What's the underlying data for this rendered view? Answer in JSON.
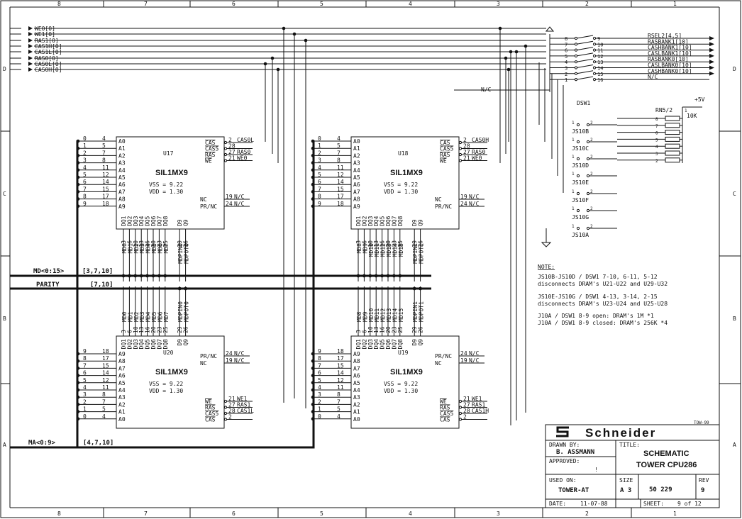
{
  "border": {
    "cols_top": [
      "8",
      "7",
      "6",
      "5",
      "4",
      "3",
      "2",
      "1"
    ],
    "cols_bottom": [
      "8",
      "7",
      "6",
      "5",
      "4",
      "3",
      "2",
      "1"
    ],
    "rows_left": [
      "D",
      "C",
      "B",
      "A"
    ],
    "rows_right": [
      "D",
      "C",
      "B",
      "A"
    ]
  },
  "signals_in": [
    "WE0[0]",
    "WE1[0]",
    "RAS1[0]",
    "CAS1H[0]",
    "CAS1L[0]",
    "RAS0[0]",
    "CAS0L[0]",
    "CAS0H[0]"
  ],
  "dsw": {
    "label": "DSW1",
    "left_pins": [
      "8",
      "7",
      "6",
      "5",
      "4",
      "3",
      "2",
      "1"
    ],
    "right_pins": [
      "9",
      "10",
      "11",
      "12",
      "13",
      "14",
      "15",
      "16"
    ],
    "outputs": [
      "RSEL2[4,5]",
      "RASBANK1[10]",
      "CASHBANK1[10]",
      "CASLBANK1[10]",
      "RASBANK0[10]",
      "CASLBANK0[10]",
      "CASHBANK0[10]",
      "N/C"
    ],
    "nc_left": "N/C"
  },
  "resnet": {
    "label": "RN5/2",
    "value": "10K",
    "supply": "+5V",
    "pin1": "1",
    "pins": [
      "8",
      "7",
      "6",
      "5",
      "4",
      "3",
      "2"
    ]
  },
  "jumpers": [
    "JS10B",
    "JS10C",
    "JS10D",
    "JS10E",
    "JS10F",
    "JS10G",
    "JS10A"
  ],
  "jumper_pin": {
    "p1": "1",
    "p2": "2"
  },
  "chips": {
    "u17": {
      "ref": "U17",
      "type": "SIL1MX9",
      "vss": "VSS = 9.22",
      "vdd": "VDD = 1.30",
      "addr_pins": [
        "4",
        "5",
        "7",
        "8",
        "11",
        "12",
        "14",
        "15",
        "17",
        "18"
      ],
      "addr_nets": [
        "0",
        "1",
        "2",
        "3",
        "4",
        "5",
        "6",
        "7",
        "8",
        "9"
      ],
      "addr_names": [
        "A0",
        "A1",
        "A2",
        "A3",
        "A4",
        "A5",
        "A6",
        "A7",
        "A8",
        "A9"
      ],
      "ctl_names": [
        "CAS",
        "CAS5",
        "RAS",
        "WE"
      ],
      "ctl_pins": [
        "2",
        "28",
        "27",
        "21"
      ],
      "ctl_nets": [
        "CAS0L",
        "",
        "RAS0",
        "WE0"
      ],
      "nc_rows": [
        {
          "n": "NC",
          "p": "19",
          "v": "N/C"
        },
        {
          "n": "PR/NC",
          "p": "24",
          "v": "N/C"
        }
      ],
      "dq": [
        "DQ1",
        "DQ2",
        "DQ3",
        "DQ4",
        "DQ5",
        "DQ6",
        "DQ7",
        "DQ8",
        "D9",
        "Q9"
      ],
      "dq_pins": [
        "3",
        "6",
        "10",
        "13",
        "16",
        "20",
        "23",
        "25",
        "29",
        "26"
      ],
      "dq_nets": [
        "MD0",
        "MD1",
        "MD2",
        "MD3",
        "MD4",
        "MD5",
        "MD6",
        "MD7",
        "MDPIN0",
        "MDPOT0"
      ]
    },
    "u18": {
      "ref": "U18",
      "type": "SIL1MX9",
      "vss": "VSS = 9.22",
      "vdd": "VDD = 1.30",
      "addr_pins": [
        "4",
        "5",
        "7",
        "8",
        "11",
        "12",
        "14",
        "15",
        "17",
        "18"
      ],
      "addr_nets": [
        "0",
        "1",
        "2",
        "3",
        "4",
        "5",
        "6",
        "7",
        "8",
        "9"
      ],
      "addr_names": [
        "A0",
        "A1",
        "A2",
        "A3",
        "A4",
        "A5",
        "A6",
        "A7",
        "A8",
        "A9"
      ],
      "ctl_names": [
        "CAS",
        "CAS5",
        "RAS",
        "WE"
      ],
      "ctl_pins": [
        "2",
        "28",
        "27",
        "21"
      ],
      "ctl_nets": [
        "CAS0H",
        "",
        "RAS0",
        "WE0"
      ],
      "nc_rows": [
        {
          "n": "NC",
          "p": "19",
          "v": "N/C"
        },
        {
          "n": "PR/NC",
          "p": "24",
          "v": "N/C"
        }
      ],
      "dq": [
        "DQ1",
        "DQ2",
        "DQ3",
        "DQ4",
        "DQ5",
        "DQ6",
        "DQ7",
        "DQ8",
        "D9",
        "Q9"
      ],
      "dq_pins": [
        "3",
        "6",
        "10",
        "13",
        "16",
        "20",
        "23",
        "25",
        "29",
        "26"
      ],
      "dq_nets": [
        "MD8",
        "MD9",
        "MD10",
        "MD11",
        "MD12",
        "MD13",
        "MD14",
        "MD15",
        "MDPIN1",
        "MDPOT1"
      ]
    },
    "u20": {
      "ref": "U20",
      "type": "SIL1MX9",
      "vss": "VSS = 9.22",
      "vdd": "VDD = 1.30",
      "addr_pins": [
        "18",
        "17",
        "15",
        "14",
        "12",
        "11",
        "8",
        "7",
        "5",
        "4"
      ],
      "addr_nets": [
        "9",
        "8",
        "7",
        "6",
        "5",
        "4",
        "3",
        "2",
        "1",
        "0"
      ],
      "addr_names": [
        "A9",
        "A8",
        "A7",
        "A6",
        "A5",
        "A4",
        "A3",
        "A2",
        "A1",
        "A0"
      ],
      "ctl_names": [
        "WE",
        "RAS",
        "CAS5",
        "CAS"
      ],
      "ctl_pins": [
        "21",
        "27",
        "28",
        "2"
      ],
      "ctl_nets": [
        "WE1",
        "RAS1",
        "CAS1L",
        ""
      ],
      "nc_rows": [
        {
          "n": "PR/NC",
          "p": "24",
          "v": "N/C"
        },
        {
          "n": "NC",
          "p": "19",
          "v": "N/C"
        }
      ],
      "dq": [
        "DQ1",
        "DQ2",
        "DQ3",
        "DQ4",
        "DQ5",
        "DQ6",
        "DQ7",
        "DQ8",
        "D9",
        "Q9"
      ],
      "dq_pins": [
        "3",
        "6",
        "10",
        "13",
        "16",
        "20",
        "23",
        "25",
        "29",
        "26"
      ],
      "dq_nets": [
        "MD0",
        "MD1",
        "MD2",
        "MD3",
        "MD4",
        "MD5",
        "MD6",
        "MD7",
        "MDPIN0",
        "MDPOT0"
      ]
    },
    "u19": {
      "ref": "U19",
      "type": "SIL1MX9",
      "vss": "VSS = 9.22",
      "vdd": "VDD = 1.30",
      "addr_pins": [
        "18",
        "17",
        "15",
        "14",
        "12",
        "11",
        "8",
        "7",
        "5",
        "4"
      ],
      "addr_nets": [
        "9",
        "8",
        "7",
        "6",
        "5",
        "4",
        "3",
        "2",
        "1",
        "0"
      ],
      "addr_names": [
        "A9",
        "A8",
        "A7",
        "A6",
        "A5",
        "A4",
        "A3",
        "A2",
        "A1",
        "A0"
      ],
      "ctl_names": [
        "WE",
        "RAS",
        "CAS5",
        "CAS"
      ],
      "ctl_pins": [
        "21",
        "27",
        "28",
        "2"
      ],
      "ctl_nets": [
        "WE1",
        "RAS1",
        "CAS1H",
        ""
      ],
      "nc_rows": [
        {
          "n": "PR/NC",
          "p": "24",
          "v": "N/C"
        },
        {
          "n": "NC",
          "p": "19",
          "v": "N/C"
        }
      ],
      "dq": [
        "DQ1",
        "DQ2",
        "DQ3",
        "DQ4",
        "DQ5",
        "DQ6",
        "DQ7",
        "DQ8",
        "D9",
        "Q9"
      ],
      "dq_pins": [
        "3",
        "6",
        "10",
        "13",
        "16",
        "20",
        "23",
        "25",
        "29",
        "26"
      ],
      "dq_nets": [
        "MD8",
        "MD9",
        "MD10",
        "MD11",
        "MD12",
        "MD13",
        "MD14",
        "MD15",
        "MDPIN1",
        "MDPOT1"
      ]
    }
  },
  "buses": {
    "md": {
      "name": "MD<0:15>",
      "ref": "[3,7,10]"
    },
    "parity": {
      "name": "PARITY",
      "ref": "[7,10]"
    },
    "ma": {
      "name": "MA<0:9>",
      "ref": "[4,7,10]"
    }
  },
  "note": {
    "heading": "NOTE:",
    "lines": [
      "JS10B-JS10D / DSW1 7-10, 6-11, 5-12",
      "disconnects DRAM's U21-U22 and U29-U32",
      "JS10E-JS10G / DSW1 4-13, 3-14, 2-15",
      "disconnects DRAM's U23-U24 and U25-U28",
      "J10A / DSW1 8-9 open:   DRAM's   1M *1",
      "J10A / DSW1 8-9 closed: DRAM's 256K *4"
    ]
  },
  "title_block": {
    "code": "TOW-99",
    "company": "Schneider",
    "drawn_by_label": "DRAWN BY:",
    "drawn_by": "B. ASSMANN",
    "approved_label": "APPROVED:",
    "approved": "!",
    "title_label": "TITLE:",
    "title1": "SCHEMATIC",
    "title2": "TOWER CPU286",
    "used_on_label": "USED ON:",
    "used_on": "TOWER-AT",
    "size_label": "SIZE",
    "size": "A 3",
    "number": "50 229",
    "rev_label": "REV",
    "rev": "9",
    "date_label": "DATE:",
    "date": "11-07-88",
    "sheet_label": "SHEET:",
    "sheet": "9 of 12"
  }
}
